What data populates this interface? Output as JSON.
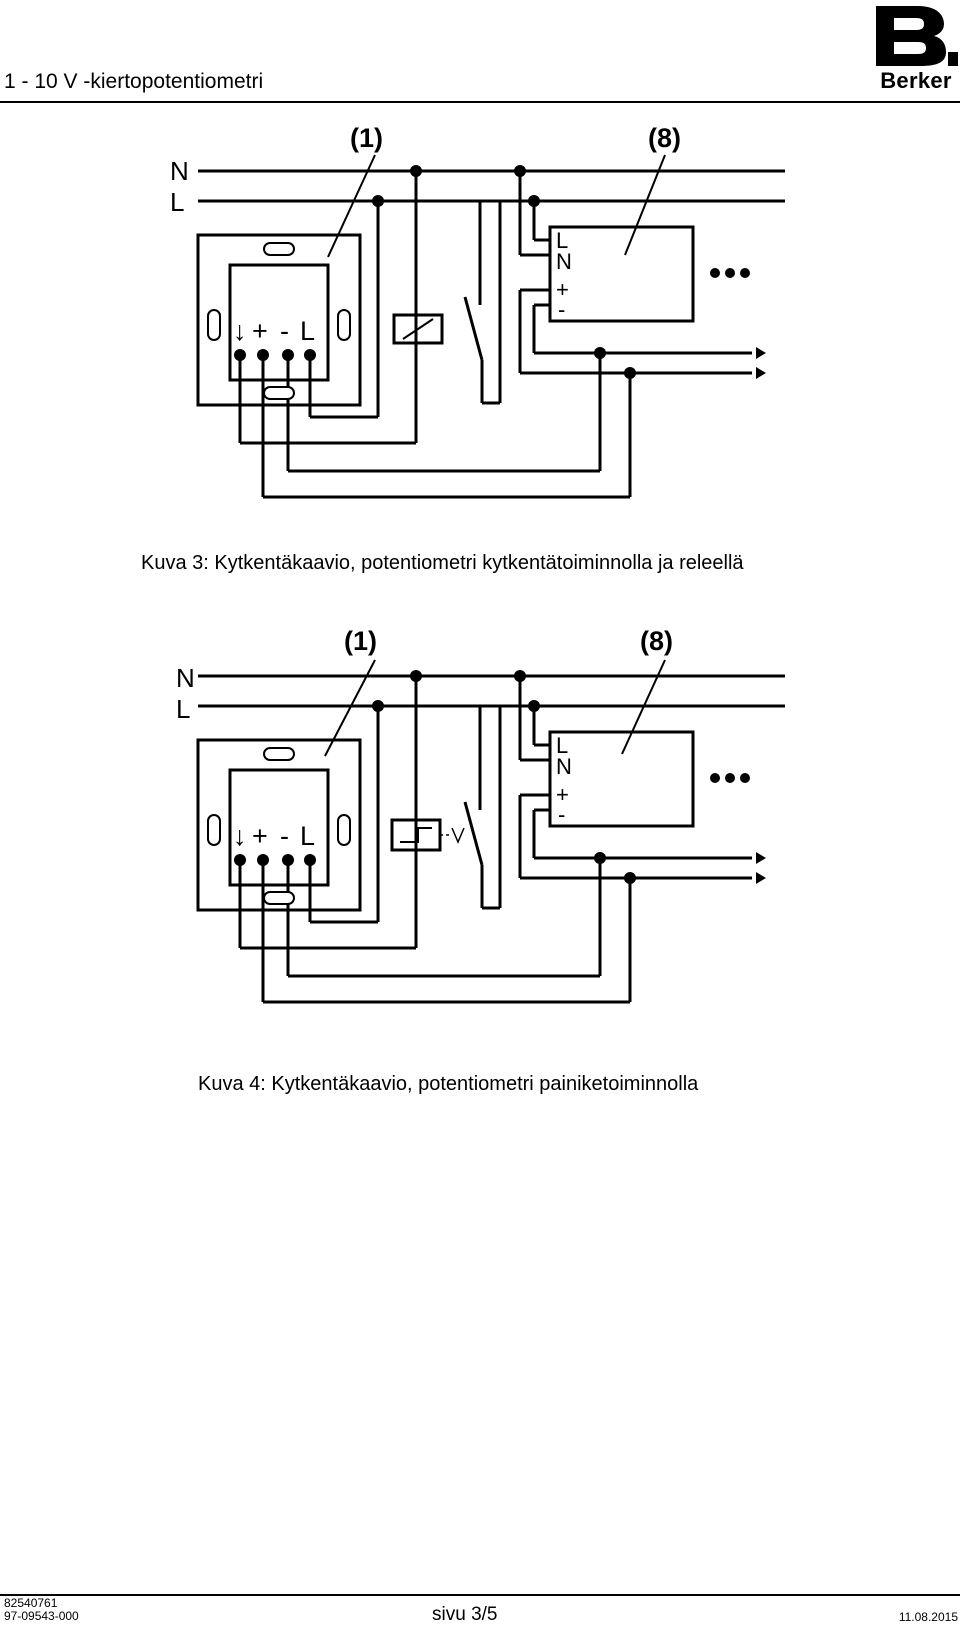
{
  "header": {
    "title": "1 - 10 V -kiertopotentiometri",
    "logo_text": "Berker"
  },
  "figure3": {
    "conductor_n": "N",
    "conductor_l": "L",
    "callout_1": "(1)",
    "callout_8": "(8)",
    "terminals": [
      "↓",
      "+",
      "-",
      "L"
    ],
    "device_terminals": [
      "L",
      "N",
      "+",
      "-"
    ],
    "caption": "Kuva 3: Kytkentäkaavio, potentiometri kytkentätoiminnolla ja releellä"
  },
  "figure4": {
    "conductor_n": "N",
    "conductor_l": "L",
    "callout_1": "(1)",
    "callout_8": "(8)",
    "terminals": [
      "↓",
      "+",
      "-",
      "L"
    ],
    "device_terminals": [
      "L",
      "N",
      "+",
      "-"
    ],
    "caption": "Kuva 4: Kytkentäkaavio, potentiometri painiketoiminnolla"
  },
  "footer": {
    "doc_number_1": "82540761",
    "doc_number_2": "97-09543-000",
    "page": "sivu 3/5",
    "date": "11.08.2015"
  }
}
